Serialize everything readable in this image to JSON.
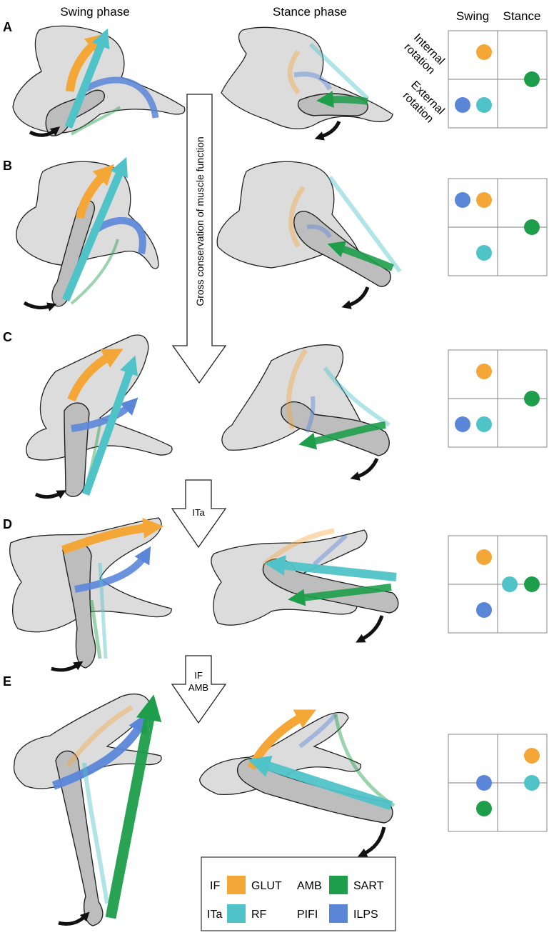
{
  "headers": {
    "swing": "Swing phase",
    "stance": "Stance phase",
    "grid_swing": "Swing",
    "grid_stance": "Stance"
  },
  "rotation": {
    "internal": [
      "Internal",
      "rotation"
    ],
    "external": [
      "External",
      "rotation"
    ]
  },
  "panels": [
    {
      "letter": "A",
      "dots": {
        "swing_top": [
          "GLUT"
        ],
        "swing_bottom": [
          "ILPS",
          "RF"
        ],
        "stance_mid": [
          "SART"
        ]
      }
    },
    {
      "letter": "B",
      "dots": {
        "swing_top": [
          "ILPS",
          "GLUT"
        ],
        "swing_bottom": [
          "RF"
        ],
        "stance_mid": [
          "SART"
        ]
      }
    },
    {
      "letter": "C",
      "dots": {
        "swing_top": [
          "GLUT"
        ],
        "swing_bottom": [
          "ILPS",
          "RF"
        ],
        "stance_mid": [
          "SART"
        ]
      }
    },
    {
      "letter": "D",
      "dots": {
        "swing_top": [
          "GLUT"
        ],
        "swing_bottom": [
          "ILPS"
        ],
        "stance_mid": [
          "RF",
          "SART"
        ]
      }
    },
    {
      "letter": "E",
      "dots": {
        "swing_mid": [
          "ILPS"
        ],
        "swing_bottom": [
          "SART"
        ],
        "stance_top": [
          "GLUT"
        ],
        "stance_mid": [
          "RF"
        ]
      }
    }
  ],
  "transitions": [
    {
      "lines": [
        "Gross conservation of muscle function"
      ]
    },
    {
      "lines": [
        "ITa"
      ]
    },
    {
      "lines": [
        "IF",
        "AMB"
      ]
    }
  ],
  "legend": [
    {
      "group": "IF",
      "muscle": "GLUT",
      "color": "#f4a637"
    },
    {
      "group": "AMB",
      "muscle": "SART",
      "color": "#1e9e4a"
    },
    {
      "group": "ITa",
      "muscle": "RF",
      "color": "#4fc3c8"
    },
    {
      "group": "PIFI",
      "muscle": "ILPS",
      "color": "#5b86d8"
    }
  ],
  "colors": {
    "GLUT": "#f4a637",
    "SART": "#1e9e4a",
    "RF": "#4fc3c8",
    "ILPS": "#5b86d8",
    "bone_pelvis": "#dcdcdc",
    "bone_femur": "#bdbdbd",
    "outline": "#222222",
    "grid": "#999999"
  }
}
